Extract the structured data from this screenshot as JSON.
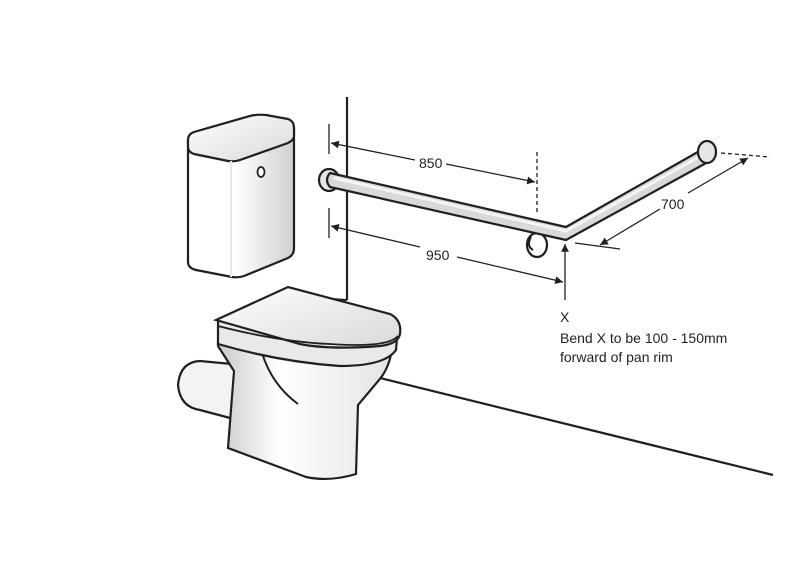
{
  "diagram": {
    "subject": "Toilet grab rail installation",
    "dimensions": {
      "top_length": "850",
      "bottom_length": "950",
      "angled_length": "700"
    },
    "bend_marker": "X",
    "note_line1": "Bend X to be 100 - 150mm",
    "note_line2": "forward of pan rim",
    "colors": {
      "line": "#231f20",
      "rail_fill": "#d9d9da",
      "white": "#ffffff"
    }
  }
}
